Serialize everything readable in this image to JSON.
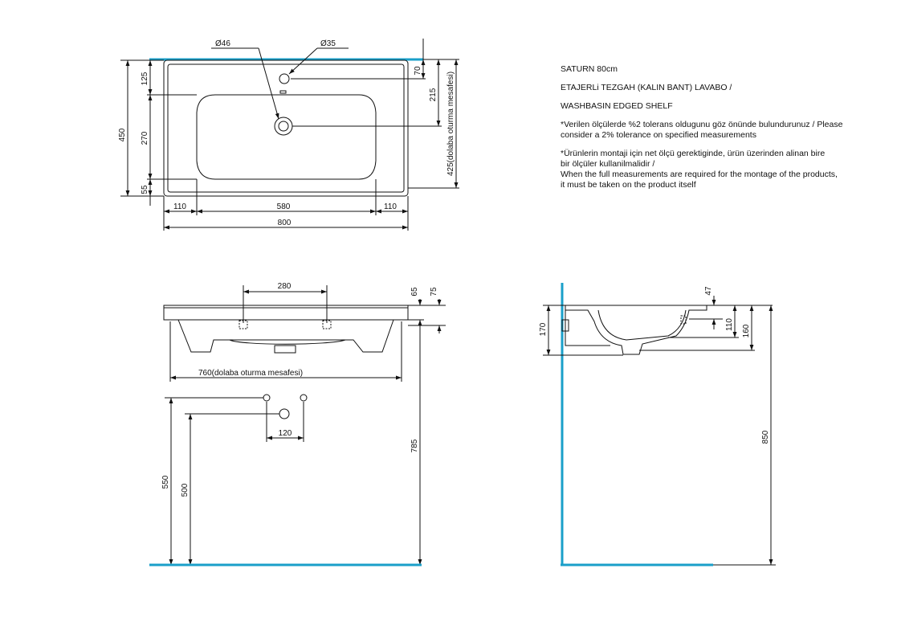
{
  "title": "SATURN 80cm",
  "subtitle_tr": "ETAJERLi TEZGAH (KALIN BANT) LAVABO /",
  "subtitle_en": "WASHBASIN EDGED SHELF",
  "note1_line1": "*Verilen ölçülerde %2 tolerans oldugunu göz önünde bulundurunuz /  Please",
  "note1_line2": "consider a 2% tolerance on specified measurements",
  "note2_line1": "*Ürünlerin montaji için net ölçü gerektiginde, ürün üzerinden alinan bire",
  "note2_line2": "bir ölçüler kullanilmalidir /",
  "note2_line3": "When the full measurements are required for the montage of the products,",
  "note2_line4": "it must be taken on the product itself",
  "top_view": {
    "dia46": "Ø46",
    "dia35": "Ø35",
    "d125": "125",
    "d270": "270",
    "d55": "55",
    "d450": "450",
    "d70": "70",
    "d215": "215",
    "d425": "425(dolaba oturma mesafesi)",
    "d110_left": "110",
    "d580": "580",
    "d110_right": "110",
    "d800": "800"
  },
  "front_view": {
    "d280": "280",
    "d65": "65",
    "d75": "75",
    "d760": "760(dolaba oturma mesafesi)",
    "d120": "120",
    "d550": "550",
    "d500": "500",
    "d785": "785"
  },
  "side_view": {
    "d47": "47",
    "d170": "170",
    "d110": "110",
    "d160": "160",
    "d850": "850"
  },
  "colors": {
    "wall_line": "#1a9fc9",
    "drawing": "#111111"
  }
}
